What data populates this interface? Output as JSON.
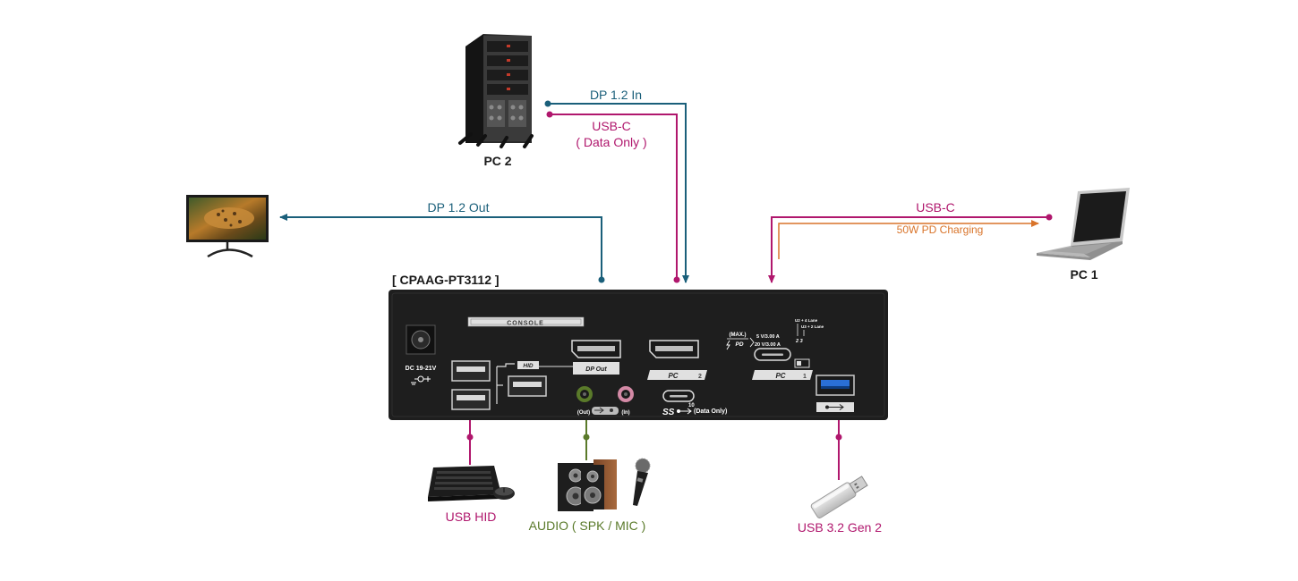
{
  "colors": {
    "dp": "#1a5f7a",
    "usbc": "#b0176d",
    "pd": "#d9742a",
    "audio": "#5a7a2a",
    "device": "#1e1e1e",
    "text": "#1a1a1a"
  },
  "device": {
    "model": "[ CPAAG-PT3112 ]",
    "console_label": "CONSOLE",
    "hid_tag": "HID",
    "dp_out_tag": "DP Out",
    "pc2_tag": "PC",
    "pc2_num": "2",
    "pc1_tag": "PC",
    "pc1_num": "1",
    "dc_label": "DC 19-21V",
    "audio_out": "(Out)",
    "audio_in": "(In)",
    "pd_max": "(MAX.)",
    "pd_label": "PD",
    "pd_5v": "5 V/3.00 A",
    "pd_20v": "20 V/3.00 A",
    "lane_4": "U2 + 4 Lane",
    "lane_2": "U3 + 2 Lane",
    "lane_nums": "2  3",
    "ss_label": "SS",
    "ss_num": "10",
    "data_only": "(Data Only)"
  },
  "nodes": {
    "pc2": "PC 2",
    "pc1": "PC 1",
    "usb_hid": "USB HID",
    "audio": "AUDIO ( SPK / MIC )",
    "usb32": "USB 3.2 Gen 2"
  },
  "connections": {
    "dp_in": "DP 1.2 In",
    "usbc_pc2_1": "USB-C",
    "usbc_pc2_2": "( Data Only )",
    "dp_out": "DP 1.2 Out",
    "usbc_pc1": "USB-C",
    "pd_charging": "50W PD Charging"
  },
  "icons": {
    "tower": "tower-server-icon",
    "monitor": "monitor-icon",
    "laptop": "laptop-icon",
    "keyboard": "keyboard-mouse-icon",
    "speakers": "speaker-icon",
    "mic": "microphone-icon",
    "usb_stick": "usb-flash-drive-icon",
    "usb_trident": "usb-symbol-icon",
    "dc": "dc-power-icon"
  }
}
